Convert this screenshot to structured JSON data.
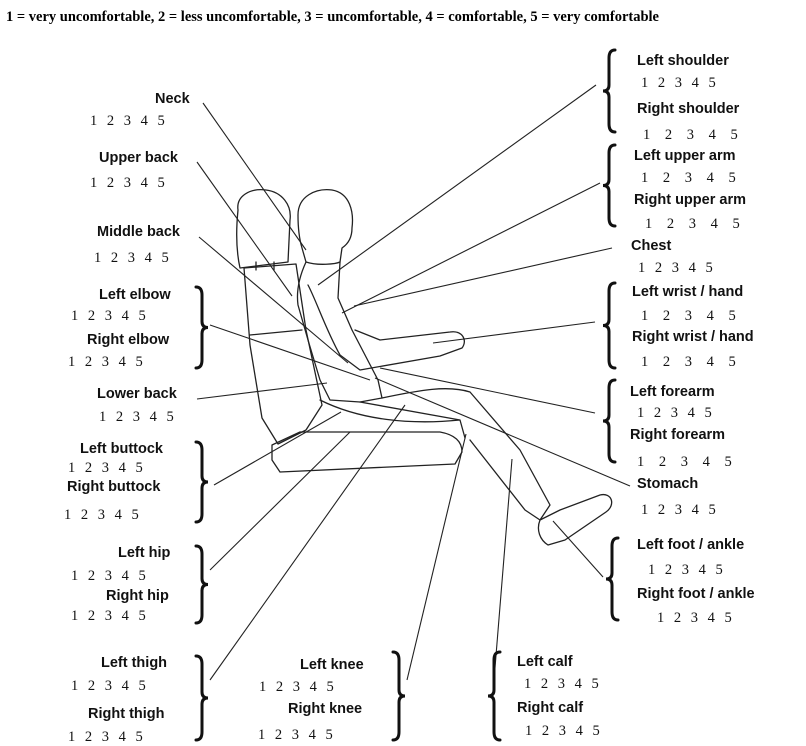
{
  "legend": "1 = very uncomfortable, 2 = less uncomfortable, 3 = uncomfortable, 4 = comfortable, 5 = very comfortable",
  "scale": "1 2 3 4 5",
  "regions": {
    "neck": "Neck",
    "upper_back": "Upper back",
    "middle_back": "Middle back",
    "left_elbow": "Left elbow",
    "right_elbow": "Right elbow",
    "lower_back": "Lower back",
    "left_buttock": "Left buttock",
    "right_buttock": "Right buttock",
    "left_hip": "Left hip",
    "right_hip": "Right hip",
    "left_thigh": "Left thigh",
    "right_thigh": "Right thigh",
    "left_knee": "Left knee",
    "right_knee": "Right knee",
    "left_calf": "Left calf",
    "right_calf": "Right calf",
    "left_shoulder": "Left shoulder",
    "right_shoulder": "Right shoulder",
    "left_upper_arm": "Left upper arm",
    "right_upper_arm": "Right upper arm",
    "chest": "Chest",
    "left_wrist_hand": "Left wrist / hand",
    "right_wrist_hand": "Right wrist / hand",
    "left_forearm": "Left forearm",
    "right_forearm": "Right forearm",
    "stomach": "Stomach",
    "left_foot_ankle": "Left foot / ankle",
    "right_foot_ankle": "Right foot / ankle"
  }
}
